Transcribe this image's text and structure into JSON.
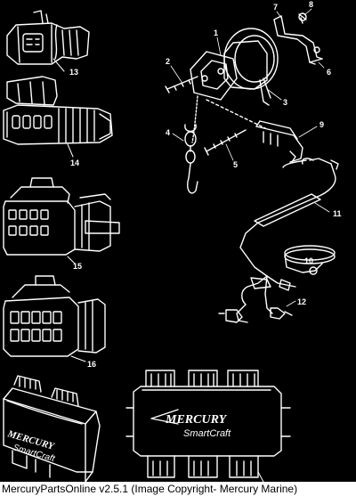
{
  "diagram": {
    "callouts": [
      "1",
      "2",
      "3",
      "4",
      "5",
      "6",
      "7",
      "8",
      "9",
      "10",
      "11",
      "12",
      "13",
      "14",
      "15",
      "16"
    ],
    "brand": "MERCURY",
    "brand_sub": "SmartCraft",
    "colors": {
      "background": "#000000",
      "line": "#ffffff",
      "footer_bg": "#ffffff",
      "footer_text": "#000000"
    }
  },
  "footer": {
    "caption": "MercuryPartsOnline v2.5.1 (Image Copyright- Mercury Marine)"
  }
}
